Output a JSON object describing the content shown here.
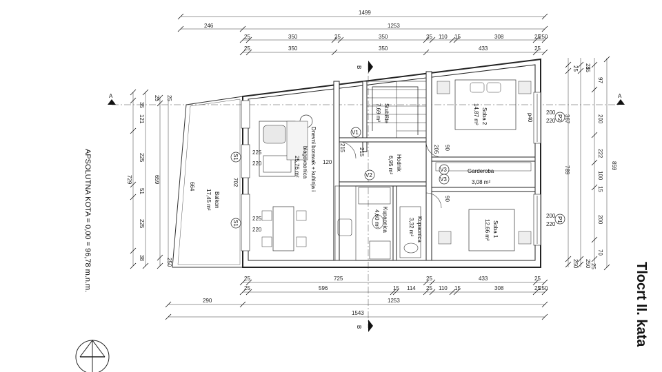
{
  "title": "Tlocrt II. kata",
  "kota": "APSOLUTNA KOTA = 0,00 = 96,78 m.n.m.",
  "section_marks": {
    "a_left": "A",
    "a_right": "A",
    "b_top": "B",
    "b_bottom": "B"
  },
  "rooms": {
    "living": {
      "name_1": "Dnevni boravak + kuhinja i",
      "name_2": "blagovaonica",
      "area": "25,76 m²"
    },
    "balkon": {
      "name": "Balkon",
      "area": "17,45 m²"
    },
    "stubiste": {
      "name": "Stubište",
      "area": "7,69 m²"
    },
    "soba2": {
      "name": "Soba 2",
      "area": "14,87 m²"
    },
    "hodnik": {
      "name": "Hodnik",
      "area": "6,95 m²"
    },
    "garderoba": {
      "name": "Garderoba",
      "area": "3,08 m²"
    },
    "kupaonica_a": {
      "name": "Kupaonica",
      "area": "4,60 m²"
    },
    "kupaonica_b": {
      "name": "Kupaonica",
      "area": "3,32 m²"
    },
    "soba1": {
      "name": "Soba 1",
      "area": "12,66 m²"
    }
  },
  "tags": {
    "v1": "V1",
    "v2": "V2",
    "v3a": "V3",
    "v3b": "V3",
    "s1a": "S1",
    "s1b": "S1",
    "p1": "P1",
    "p2": "P2",
    "p40": "p40"
  },
  "top_dims": {
    "r1": [
      "1499"
    ],
    "r2": [
      "246",
      "1253"
    ],
    "r3": [
      "25",
      "350",
      "25",
      "350",
      "25",
      "110",
      "15",
      "308",
      "25",
      "250"
    ],
    "r4": [
      "25",
      "350",
      "350",
      "433",
      "25"
    ]
  },
  "bottom_dims": {
    "r1": [
      "25",
      "725",
      "25",
      "433",
      "25"
    ],
    "r2": [
      "25",
      "596",
      "15",
      "114",
      "25",
      "110",
      "15",
      "308",
      "25",
      "250"
    ],
    "r3": [
      "290",
      "1253"
    ],
    "r4": [
      "1543"
    ]
  },
  "left_dims": {
    "outer": [
      "35",
      "121",
      "225",
      "51",
      "225",
      "38",
      "729"
    ],
    "mid": [
      "25",
      "25",
      "659",
      "250"
    ],
    "inner": [
      "664",
      "702"
    ]
  },
  "right_dims": {
    "inner": [
      "25",
      "367",
      "789",
      "250"
    ],
    "mid": [
      "25",
      "97",
      "200",
      "222",
      "100",
      "15",
      "200",
      "70",
      "35",
      "250",
      "25"
    ],
    "outer": [
      "859"
    ]
  },
  "interior_dims": [
    "225",
    "220",
    "225",
    "220",
    "200",
    "220",
    "200",
    "220",
    "120",
    "215",
    "215",
    "205",
    "90",
    "90"
  ]
}
